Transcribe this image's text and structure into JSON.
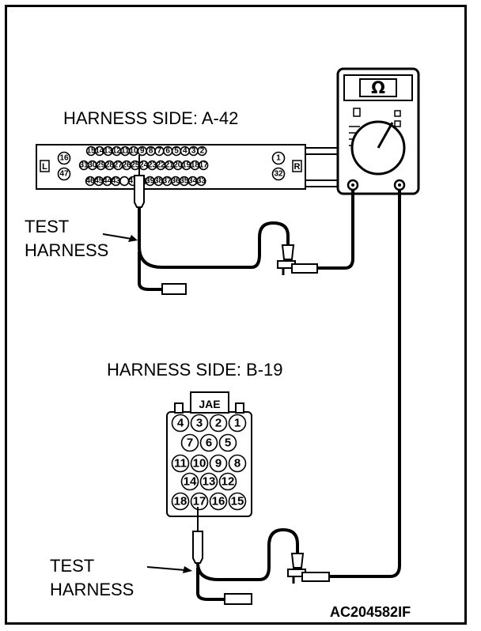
{
  "labels": {
    "harness_a": "HARNESS SIDE: A-42",
    "harness_b": "HARNESS SIDE: B-19",
    "test_a": [
      "TEST",
      "HARNESS"
    ],
    "test_b": [
      "TEST",
      "HARNESS"
    ],
    "figure_code": "AC204582IF"
  },
  "connector_a": {
    "left_mark": "L",
    "right_mark": "R",
    "left_pins": [
      "16",
      "47"
    ],
    "right_pins": [
      "1",
      "32"
    ],
    "rows": [
      [
        "15",
        "14",
        "13",
        "12",
        "11",
        "10",
        "9",
        "8",
        "7",
        "6",
        "5",
        "4",
        "3",
        "2"
      ],
      [
        "31",
        "30",
        "29",
        "28",
        "27",
        "26",
        "25",
        "24",
        "23",
        "22",
        "21",
        "20",
        "19",
        "18",
        "17"
      ],
      [
        "46",
        "45",
        "44",
        "43",
        "",
        "41",
        "40",
        "39",
        "38",
        "37",
        "36",
        "35",
        "34",
        "33"
      ]
    ]
  },
  "connector_b": {
    "brand": "JAE",
    "rows": [
      [
        "4",
        "3",
        "2",
        "1"
      ],
      [
        "7",
        "6",
        "5"
      ],
      [
        "11",
        "10",
        "9",
        "8"
      ],
      [
        "14",
        "13",
        "12"
      ],
      [
        "18",
        "17",
        "16",
        "15"
      ]
    ]
  },
  "meter": {
    "unit_symbol": "Ω"
  }
}
